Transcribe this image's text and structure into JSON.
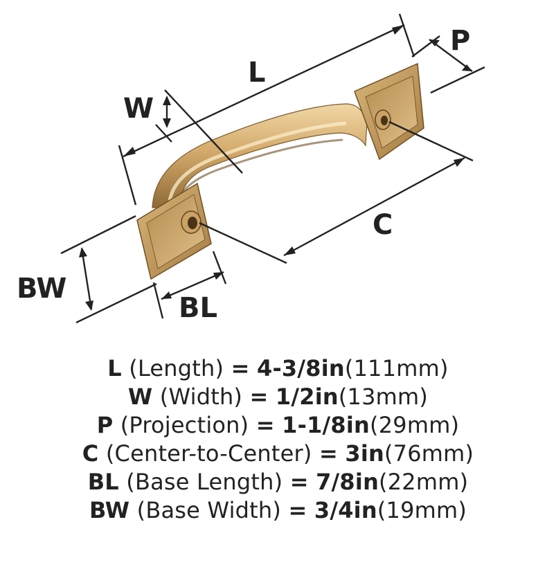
{
  "diagram": {
    "labels": {
      "L": "L",
      "W": "W",
      "P": "P",
      "C": "C",
      "BW": "BW",
      "BL": "BL"
    },
    "colors": {
      "finish_light": "#e6c48a",
      "finish_mid": "#c99d5e",
      "finish_dark": "#8f6a36",
      "finish_shadow": "#5e4220",
      "ink": "#222222"
    }
  },
  "specs": [
    {
      "abbr": "L",
      "name": "(Length)",
      "eq": "=",
      "imperial": "4-3/8in",
      "metric": "(111mm)"
    },
    {
      "abbr": "W",
      "name": "(Width)",
      "eq": "=",
      "imperial": "1/2in",
      "metric": "(13mm)"
    },
    {
      "abbr": "P",
      "name": "(Projection)",
      "eq": "=",
      "imperial": "1-1/8in",
      "metric": "(29mm)"
    },
    {
      "abbr": "C",
      "name": "(Center-to-Center)",
      "eq": "=",
      "imperial": "3in",
      "metric": "(76mm)"
    },
    {
      "abbr": "BL",
      "name": "(Base Length)",
      "eq": "=",
      "imperial": "7/8in",
      "metric": "(22mm)"
    },
    {
      "abbr": "BW",
      "name": "(Base Width)",
      "eq": "=",
      "imperial": "3/4in",
      "metric": "(19mm)"
    }
  ]
}
